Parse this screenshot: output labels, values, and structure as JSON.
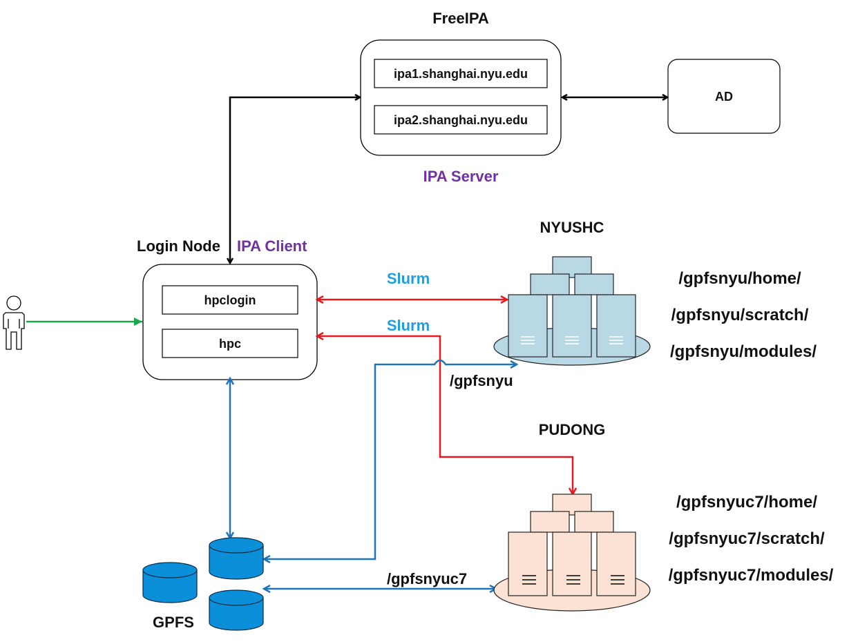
{
  "colors": {
    "black": "#000000",
    "red": "#e8191c",
    "blue": "#1f73b7",
    "green": "#1aa84b",
    "label_purple": "#7030a0",
    "label_cyan": "#1fa0dc",
    "nyushc_server": "#b9d8e6",
    "pudong_server": "#fbe2d4",
    "gpfs_disk": "#0b8fd9"
  },
  "freeipa": {
    "title": "FreeIPA",
    "servers": [
      "ipa1.shanghai.nyu.edu",
      "ipa2.shanghai.nyu.edu"
    ],
    "caption": "IPA Server"
  },
  "ad": {
    "label": "AD"
  },
  "login_node": {
    "title": "Login Node",
    "client_label": "IPA Client",
    "hosts": [
      "hpclogin",
      "hpc"
    ]
  },
  "user": {
    "icon": "user-icon"
  },
  "links": {
    "slurm_top": "Slurm",
    "slurm_bottom": "Slurm",
    "gpfsnyu": "/gpfsnyu",
    "gpfsnyuc7": "/gpfsnyuc7"
  },
  "nyushc": {
    "title": "NYUSHC",
    "paths": [
      "/gpfsnyu/home/",
      "/gpfsnyu/scratch/",
      "/gpfsnyu/modules/"
    ]
  },
  "pudong": {
    "title": "PUDONG",
    "paths": [
      "/gpfsnyuc7/home/",
      "/gpfsnyuc7/scratch/",
      "/gpfsnyuc7/modules/"
    ]
  },
  "gpfs": {
    "label": "GPFS"
  }
}
